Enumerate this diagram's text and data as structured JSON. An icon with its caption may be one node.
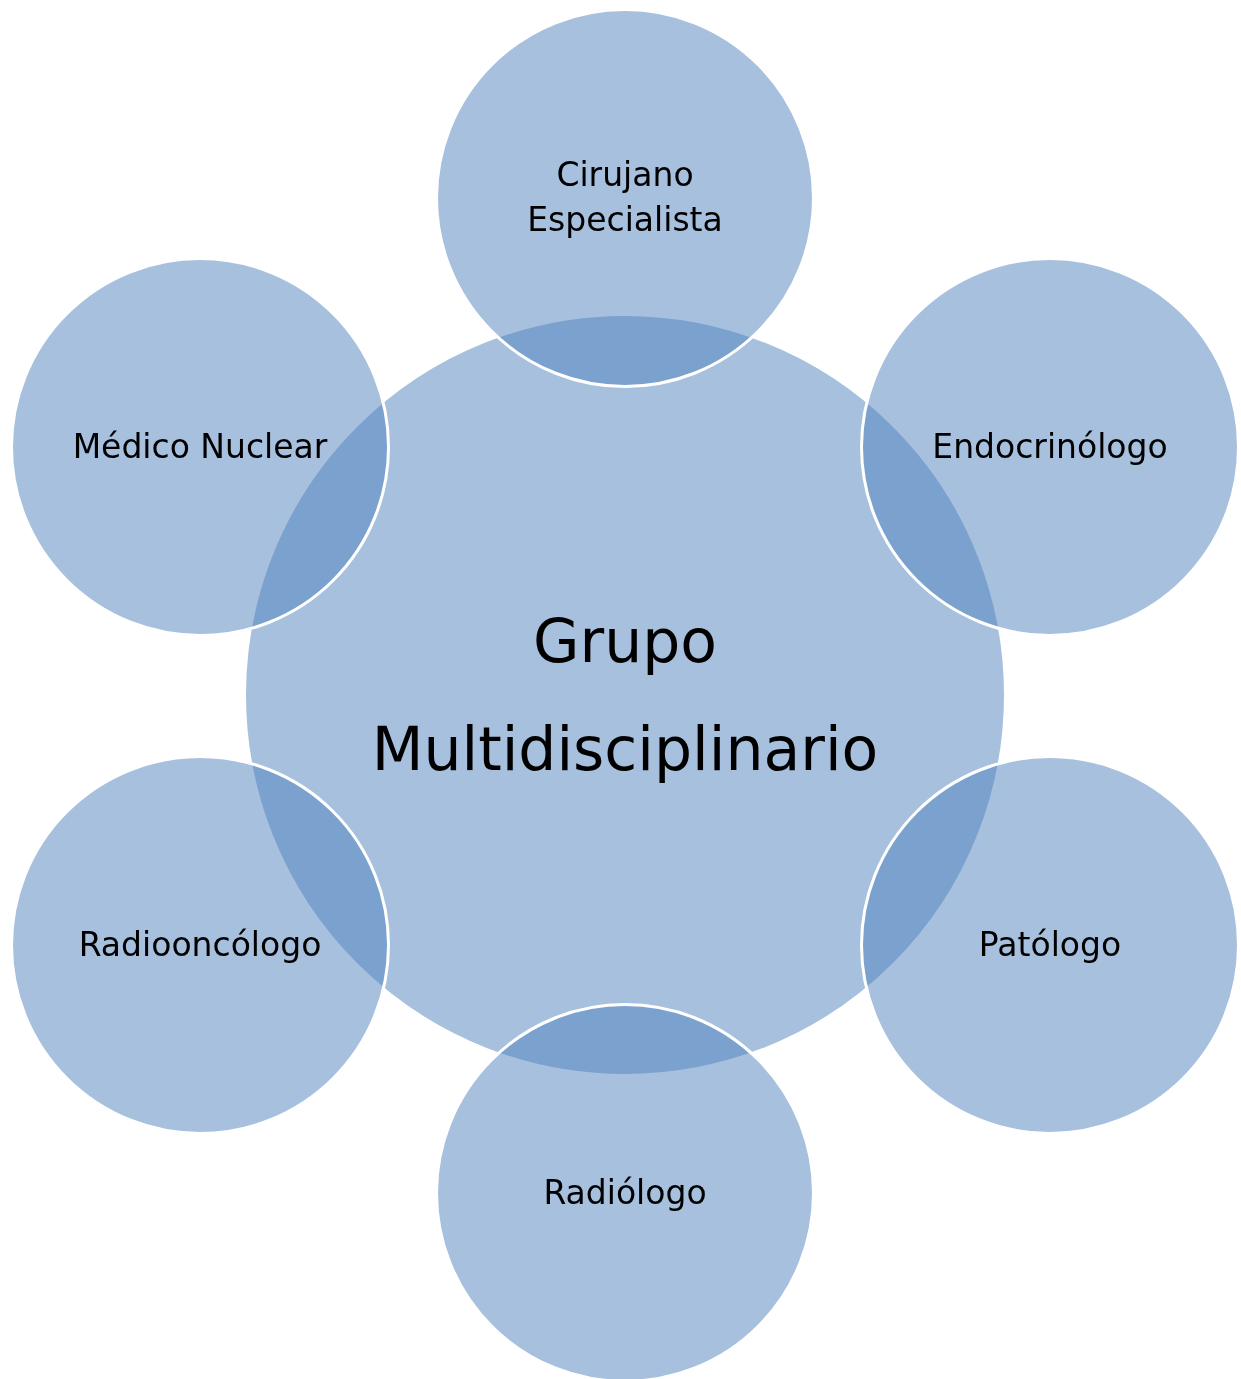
{
  "diagram": {
    "nodes": [
      {
        "text": [
          "Cirujano Especialista"
        ]
      },
      {
        "text": [
          "Médico Nuclear"
        ]
      },
      {
        "text": [
          "Endocrinólogo"
        ]
      },
      {
        "text": [
          "Grupo Multidisciplinario"
        ]
      },
      {
        "text": [
          "Radiooncólogo"
        ]
      },
      {
        "text": [
          "Patólogo"
        ]
      },
      {
        "text": [
          "Radiólogo"
        ]
      }
    ]
  }
}
